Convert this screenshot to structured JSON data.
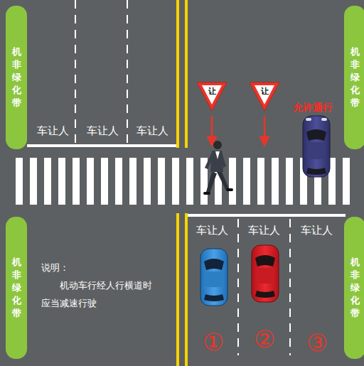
{
  "diagram": {
    "nodes": [
      {
        "text": [
          "机非绿化带"
        ]
      },
      {
        "text": [
          "让"
        ]
      },
      {
        "text": [
          "让"
        ]
      },
      {
        "text": [
          "机非绿化带"
        ]
      },
      {
        "text": [
          "机非绿化带"
        ]
      },
      {
        "text": [
          "机非绿化带"
        ]
      }
    ],
    "labels": [
      "车让人",
      "车让人",
      "车让人",
      "允许通行",
      "车让人",
      "车让人",
      "车让人",
      "说明：",
      "机动车行经人行横道时",
      "应当减速行驶",
      "①",
      "②",
      "③"
    ]
  }
}
